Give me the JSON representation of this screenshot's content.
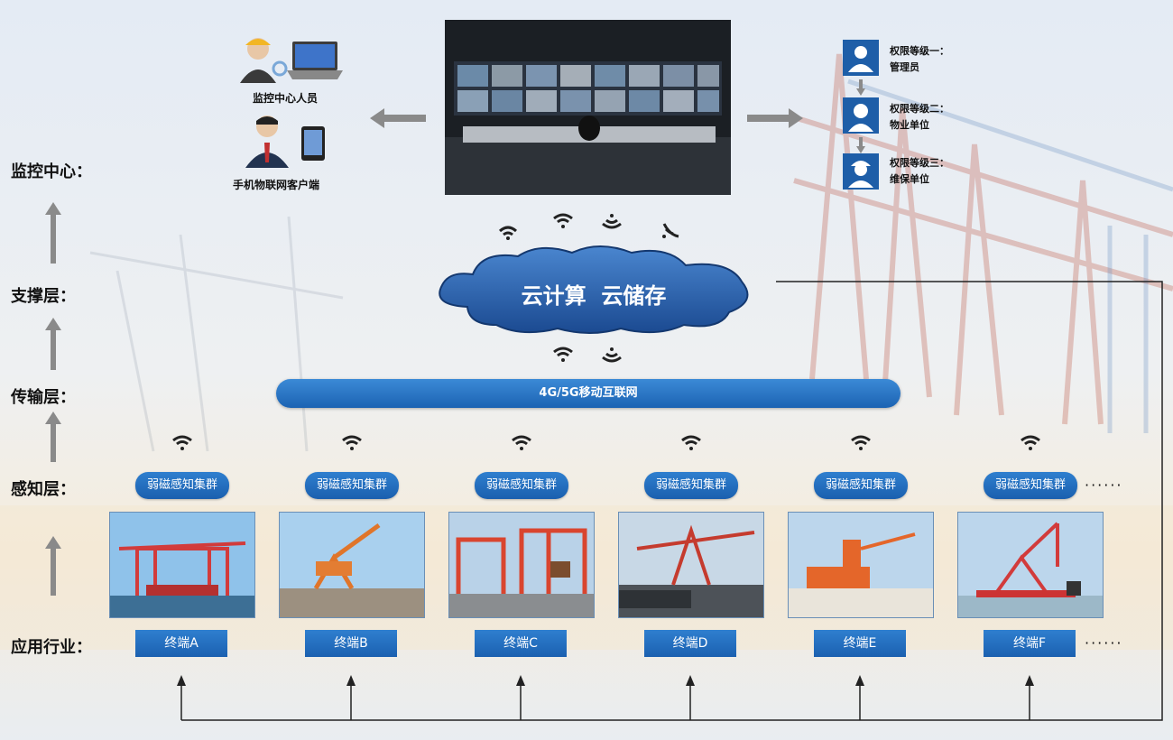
{
  "layers": {
    "monitor": "监控中心：",
    "support": "支撑层：",
    "transport": "传输层：",
    "perception": "感知层：",
    "application": "应用行业："
  },
  "monitor_center": {
    "staff_label": "监控中心人员",
    "client_label": "手机物联网客户端"
  },
  "permissions": [
    {
      "line1": "权限等级一：",
      "line2": "管理员"
    },
    {
      "line1": "权限等级二：",
      "line2": "物业单位"
    },
    {
      "line1": "权限等级三：",
      "line2": "维保单位"
    }
  ],
  "cloud_label": "云计算  云储存",
  "network_label": "4G/5G移动互联网",
  "clusters": [
    "弱磁感知集群",
    "弱磁感知集群",
    "弱磁感知集群",
    "弱磁感知集群",
    "弱磁感知集群",
    "弱磁感知集群"
  ],
  "terminals": [
    "终端A",
    "终端B",
    "终端C",
    "终端D",
    "终端E",
    "终端F"
  ],
  "ellipsis": "······",
  "colors": {
    "accent_blue": "#1e63b0",
    "cloud_blue": "#1d4f97",
    "arrow_gray": "#8a8a8a",
    "line": "#222222"
  }
}
